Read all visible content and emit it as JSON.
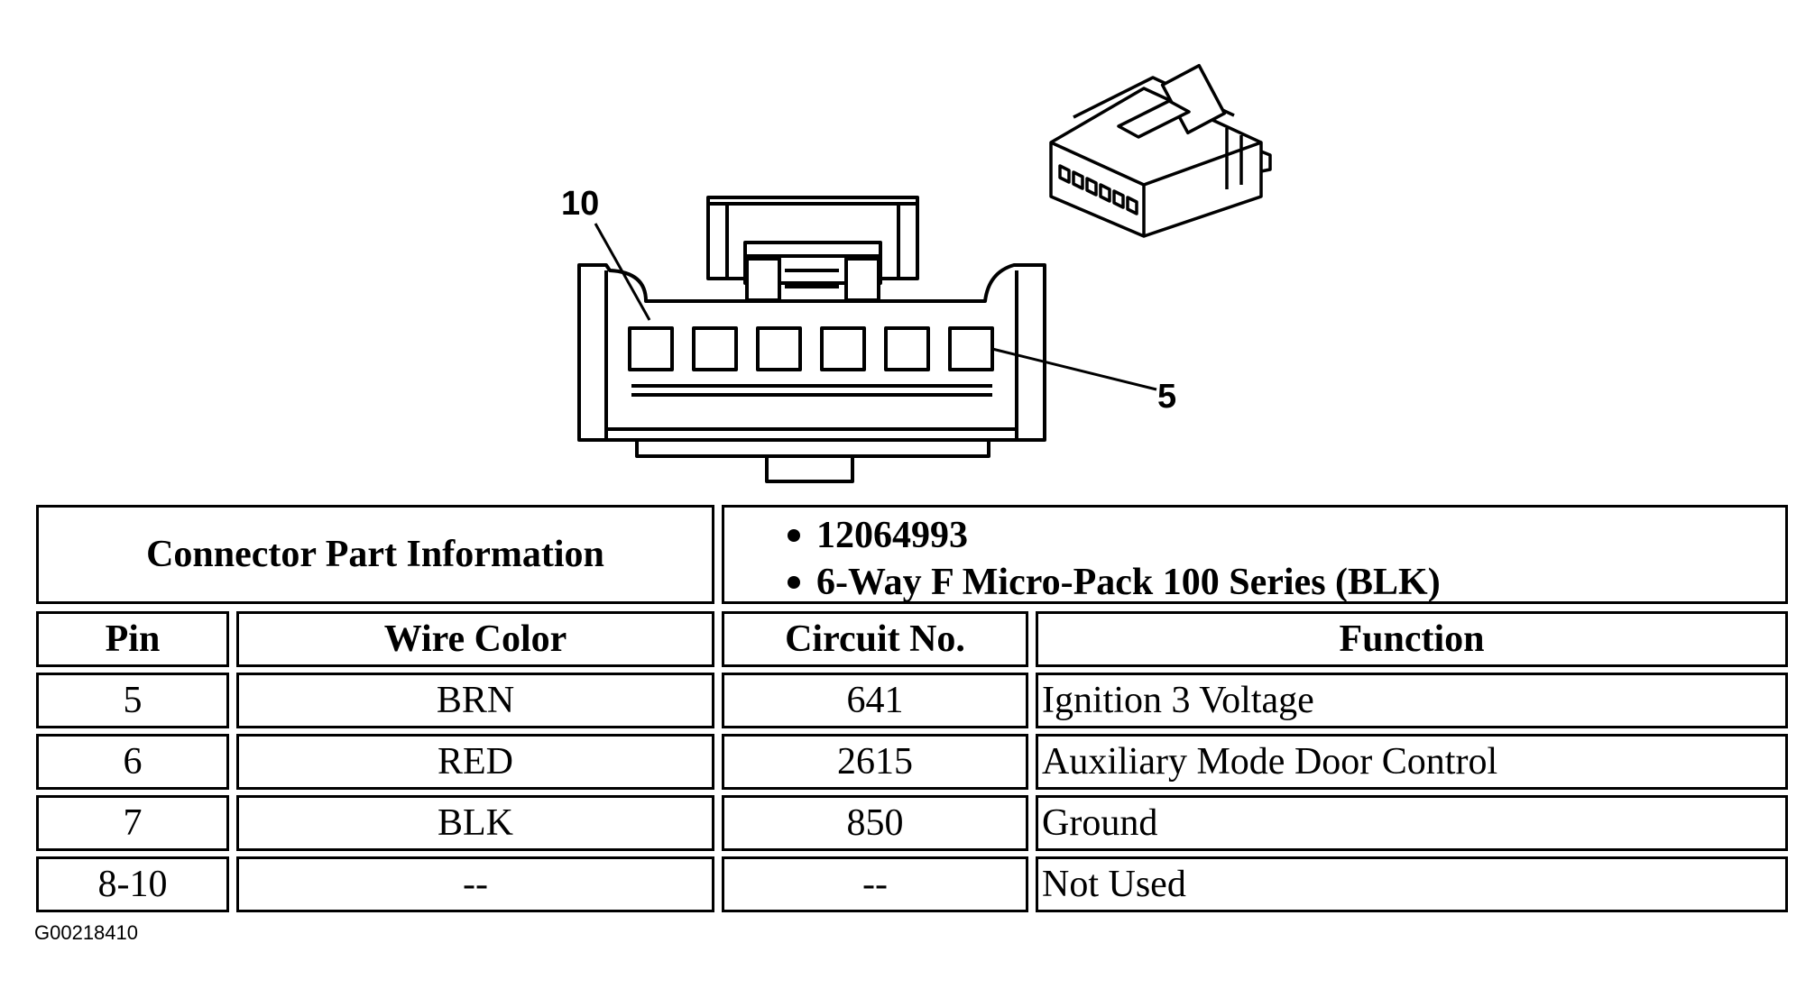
{
  "diagram": {
    "pin_label_left": "10",
    "pin_label_right": "5"
  },
  "connector_info": {
    "label": "Connector Part Information",
    "part_number": "12064993",
    "description": "6-Way F Micro-Pack 100 Series (BLK)"
  },
  "table": {
    "headers": [
      "Pin",
      "Wire Color",
      "Circuit No.",
      "Function"
    ],
    "rows": [
      [
        "5",
        "BRN",
        "641",
        "Ignition 3 Voltage"
      ],
      [
        "6",
        "RED",
        "2615",
        "Auxiliary Mode Door Control"
      ],
      [
        "7",
        "BLK",
        "850",
        "Ground"
      ],
      [
        "8-10",
        "--",
        "--",
        "Not Used"
      ]
    ]
  },
  "figure_id": "G00218410"
}
